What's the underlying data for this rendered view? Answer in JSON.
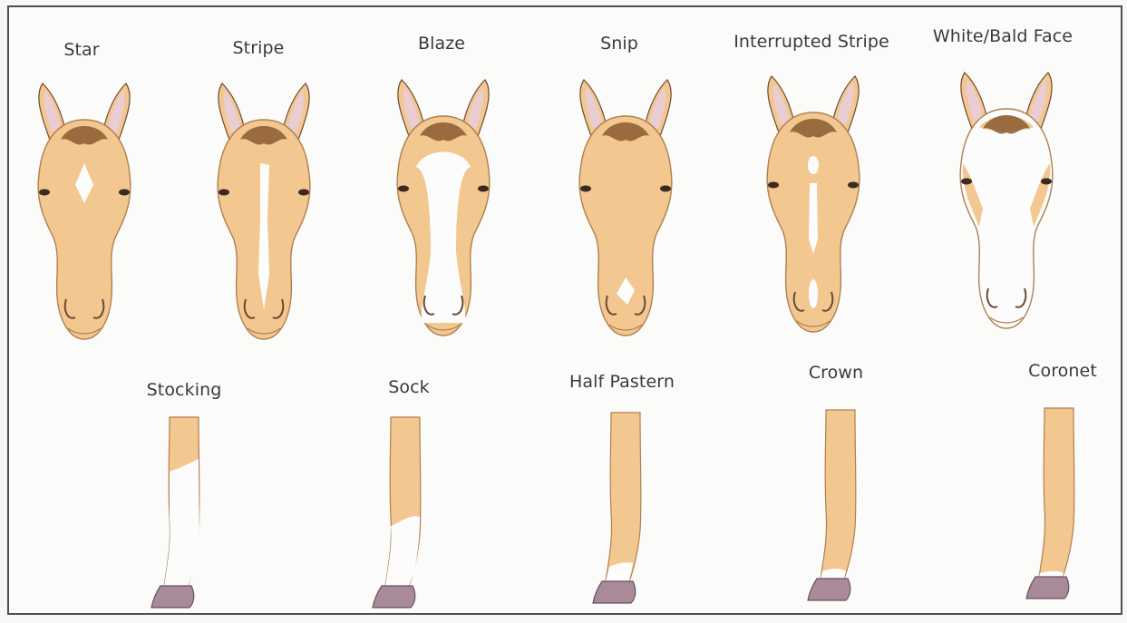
{
  "colors": {
    "coat": "#f2c790",
    "coat_edge": "#b08050",
    "mane": "#8a5a30",
    "ear_inner": "#e9cdd2",
    "white": "#fdfcfd",
    "hoof": "#a88a98",
    "outline": "#6b4a34",
    "frame": "#4f4f4f"
  },
  "face_markings": [
    {
      "label": "Star",
      "marking": "star"
    },
    {
      "label": "Stripe",
      "marking": "stripe"
    },
    {
      "label": "Blaze",
      "marking": "blaze"
    },
    {
      "label": "Snip",
      "marking": "snip"
    },
    {
      "label": "Interrupted Stripe",
      "marking": "interrupted-stripe"
    },
    {
      "label": "White/Bald Face",
      "marking": "bald-face"
    }
  ],
  "leg_markings": [
    {
      "label": "Stocking",
      "marking": "stocking"
    },
    {
      "label": "Sock",
      "marking": "sock"
    },
    {
      "label": "Half Pastern",
      "marking": "half-pastern"
    },
    {
      "label": "Crown",
      "marking": "crown"
    },
    {
      "label": "Coronet",
      "marking": "coronet"
    }
  ]
}
